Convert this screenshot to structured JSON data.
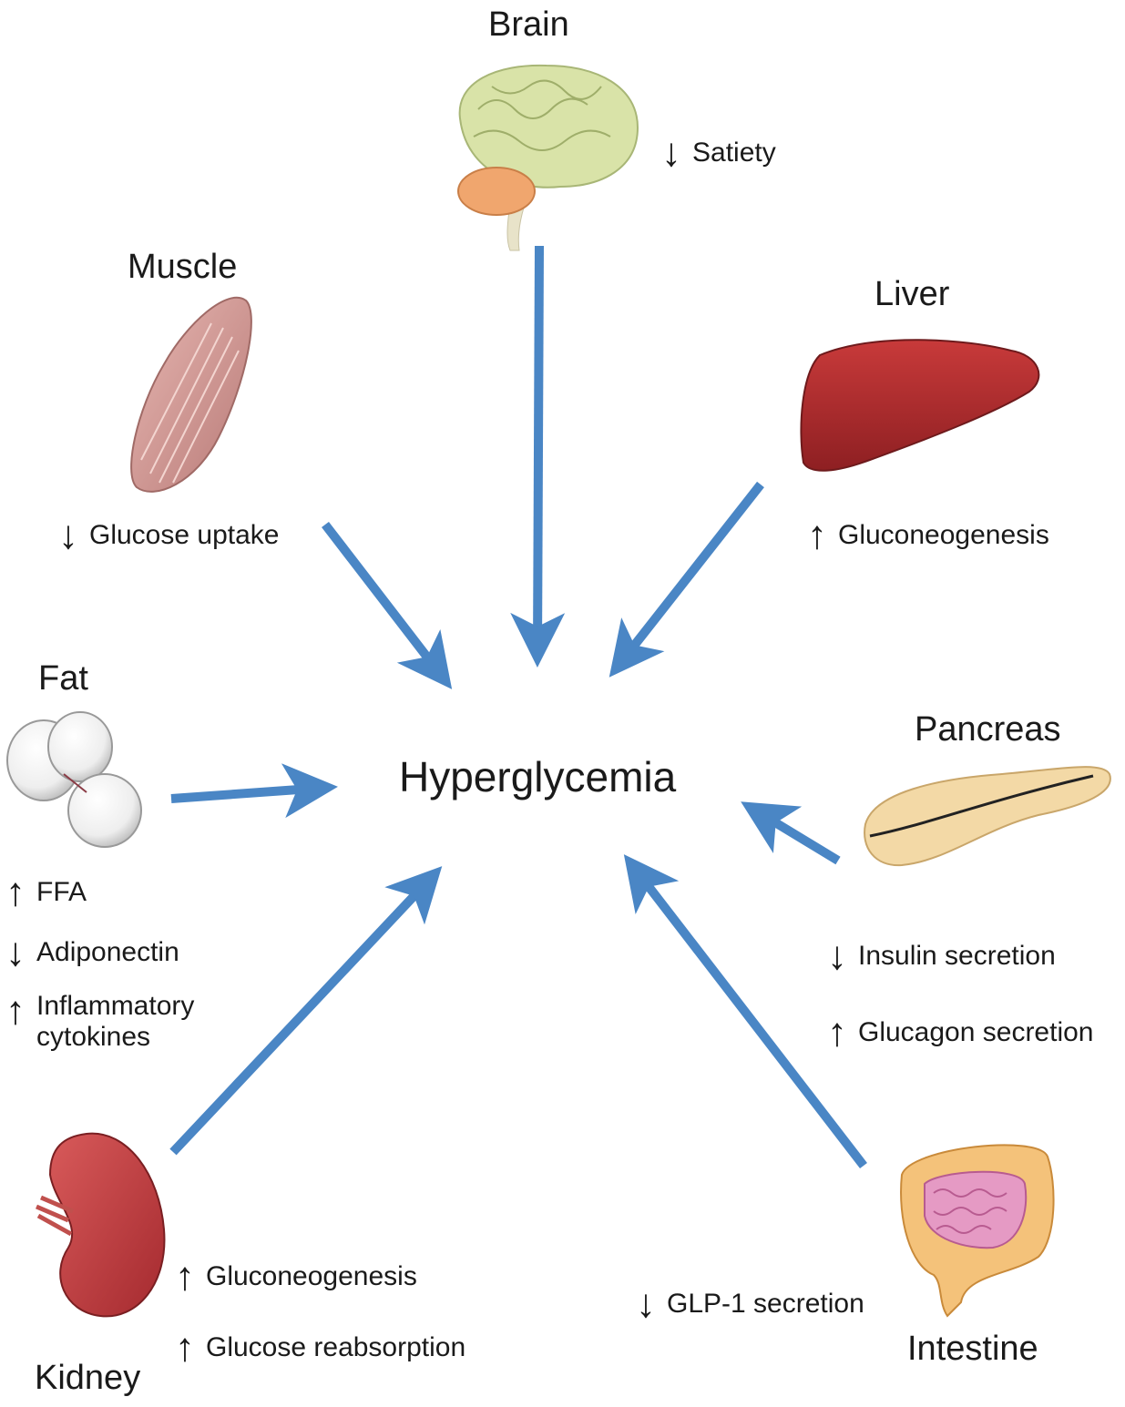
{
  "center": {
    "label": "Hyperglycemia"
  },
  "arrow_color": "#4a86c5",
  "glyphs": {
    "up": "↑",
    "down": "↓"
  },
  "organs": {
    "brain": {
      "name": "Brain",
      "effects": [
        {
          "dir": "down",
          "label": "Satiety"
        }
      ]
    },
    "muscle": {
      "name": "Muscle",
      "effects": [
        {
          "dir": "down",
          "label": "Glucose uptake"
        }
      ]
    },
    "liver": {
      "name": "Liver",
      "effects": [
        {
          "dir": "up",
          "label": "Gluconeogenesis"
        }
      ]
    },
    "fat": {
      "name": "Fat",
      "effects": [
        {
          "dir": "up",
          "label": "FFA"
        },
        {
          "dir": "down",
          "label": "Adiponectin"
        },
        {
          "dir": "up",
          "label": "Inflammatory",
          "label2": "cytokines"
        }
      ]
    },
    "pancreas": {
      "name": "Pancreas",
      "effects": [
        {
          "dir": "down",
          "label": "Insulin secretion"
        },
        {
          "dir": "up",
          "label": "Glucagon secretion"
        }
      ]
    },
    "kidney": {
      "name": "Kidney",
      "effects": [
        {
          "dir": "up",
          "label": "Gluconeogenesis"
        },
        {
          "dir": "up",
          "label": "Glucose reabsorption"
        }
      ]
    },
    "intestine": {
      "name": "Intestine",
      "effects": [
        {
          "dir": "down",
          "label": "GLP-1 secretion"
        }
      ]
    }
  }
}
